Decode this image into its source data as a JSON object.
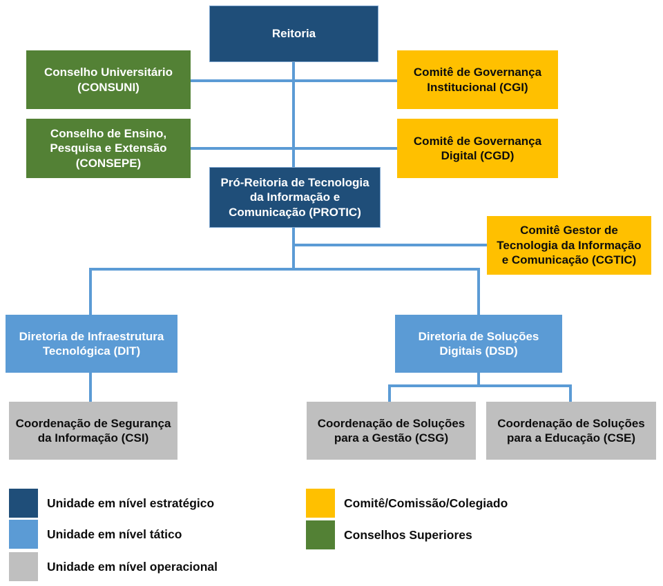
{
  "colors": {
    "strategic": "#1F4E79",
    "tactical": "#5B9BD5",
    "operational": "#BFBFBF",
    "committee": "#FFC000",
    "council": "#538135",
    "connector": "#5B9BD5"
  },
  "nodes": {
    "reitoria": {
      "label": "Reitoria",
      "level": "strategic"
    },
    "consuni": {
      "label": "Conselho Universitário\n(CONSUNI)",
      "level": "council"
    },
    "consepe": {
      "label": "Conselho de Ensino,\nPesquisa e Extensão\n(CONSEPE)",
      "level": "council"
    },
    "cgi": {
      "label": "Comitê de Governança\nInstitucional (CGI)",
      "level": "committee"
    },
    "cgd": {
      "label": "Comitê de Governança\nDigital (CGD)",
      "level": "committee"
    },
    "protic": {
      "label": "Pró-Reitoria de Tecnologia\nda Informação e\nComunicação (PROTIC)",
      "level": "strategic"
    },
    "cgtic": {
      "label": "Comitê Gestor de\nTecnologia da Informação\ne Comunicação (CGTIC)",
      "level": "committee"
    },
    "dit": {
      "label": "Diretoria de Infraestrutura\nTecnológica (DIT)",
      "level": "tactical"
    },
    "dsd": {
      "label": "Diretoria de Soluções\nDigitais (DSD)",
      "level": "tactical"
    },
    "csi": {
      "label": "Coordenação de Segurança\nda Informação (CSI)",
      "level": "operational"
    },
    "csg": {
      "label": "Coordenação de Soluções\npara a Gestão (CSG)",
      "level": "operational"
    },
    "cse": {
      "label": "Coordenação de Soluções\npara a Educação (CSE)",
      "level": "operational"
    }
  },
  "legend": {
    "strategic": "Unidade em nível estratégico",
    "tactical": "Unidade em nível tático",
    "operational": "Unidade em nível operacional",
    "committee": "Comitê/Comissão/Colegiado",
    "council": "Conselhos Superiores"
  }
}
